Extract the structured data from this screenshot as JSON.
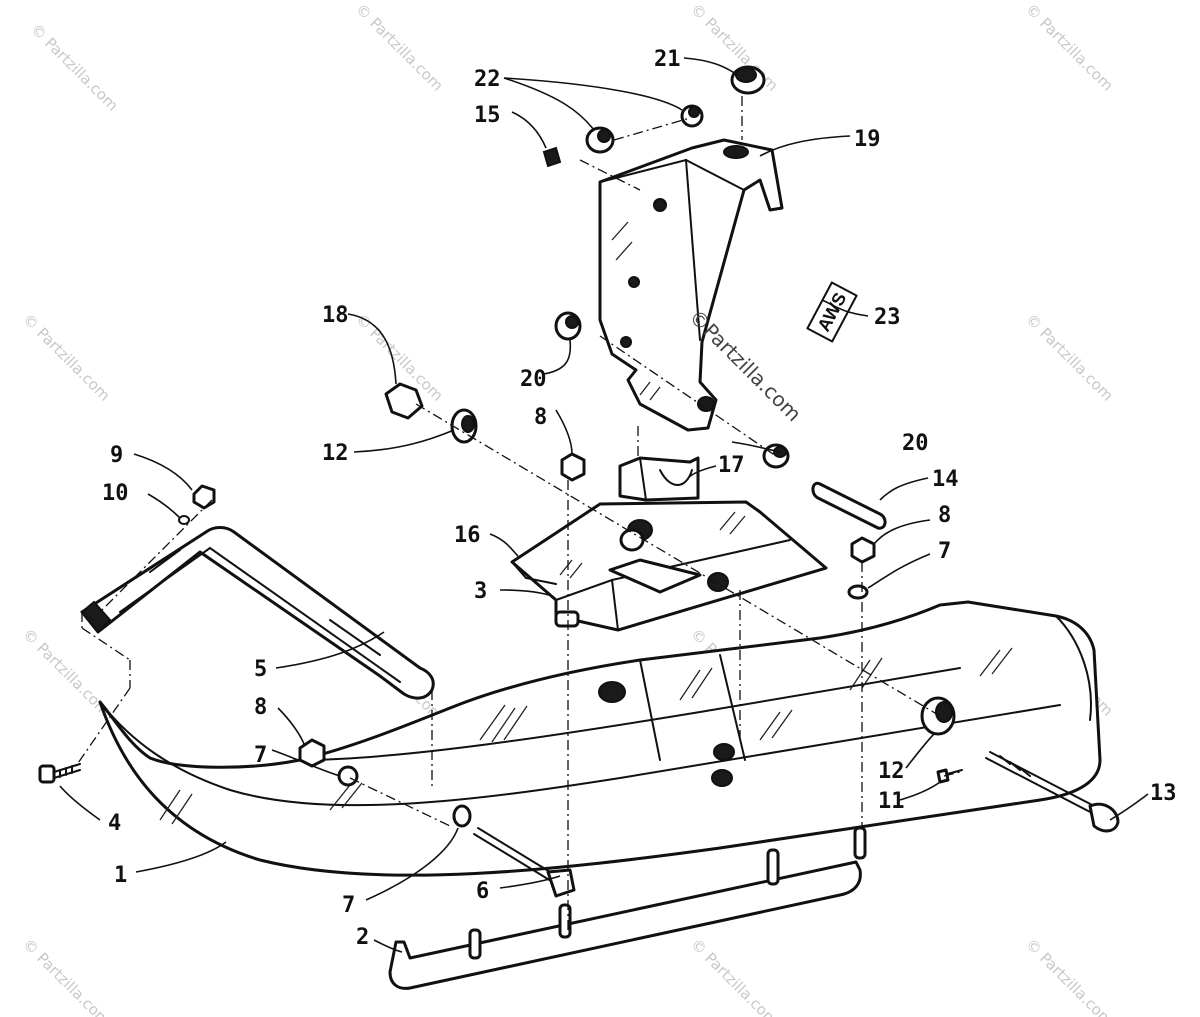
{
  "diagram": {
    "decal_text": "AWS",
    "center_watermark": "©Partzilla.com",
    "watermark_text": "© Partzilla.com",
    "callouts": [
      {
        "id": "c1",
        "label": "1"
      },
      {
        "id": "c2",
        "label": "2"
      },
      {
        "id": "c3",
        "label": "3"
      },
      {
        "id": "c4",
        "label": "4"
      },
      {
        "id": "c5",
        "label": "5"
      },
      {
        "id": "c6",
        "label": "6"
      },
      {
        "id": "c7a",
        "label": "7"
      },
      {
        "id": "c7b",
        "label": "7"
      },
      {
        "id": "c7c",
        "label": "7"
      },
      {
        "id": "c8a",
        "label": "8"
      },
      {
        "id": "c8b",
        "label": "8"
      },
      {
        "id": "c8c",
        "label": "8"
      },
      {
        "id": "c9",
        "label": "9"
      },
      {
        "id": "c10",
        "label": "10"
      },
      {
        "id": "c11",
        "label": "11"
      },
      {
        "id": "c12a",
        "label": "12"
      },
      {
        "id": "c12b",
        "label": "12"
      },
      {
        "id": "c13",
        "label": "13"
      },
      {
        "id": "c14",
        "label": "14"
      },
      {
        "id": "c15",
        "label": "15"
      },
      {
        "id": "c16",
        "label": "16"
      },
      {
        "id": "c17",
        "label": "17"
      },
      {
        "id": "c18",
        "label": "18"
      },
      {
        "id": "c19",
        "label": "19"
      },
      {
        "id": "c20a",
        "label": "20"
      },
      {
        "id": "c20b",
        "label": "20"
      },
      {
        "id": "c21",
        "label": "21"
      },
      {
        "id": "c22",
        "label": "22"
      },
      {
        "id": "c23",
        "label": "23"
      }
    ]
  }
}
